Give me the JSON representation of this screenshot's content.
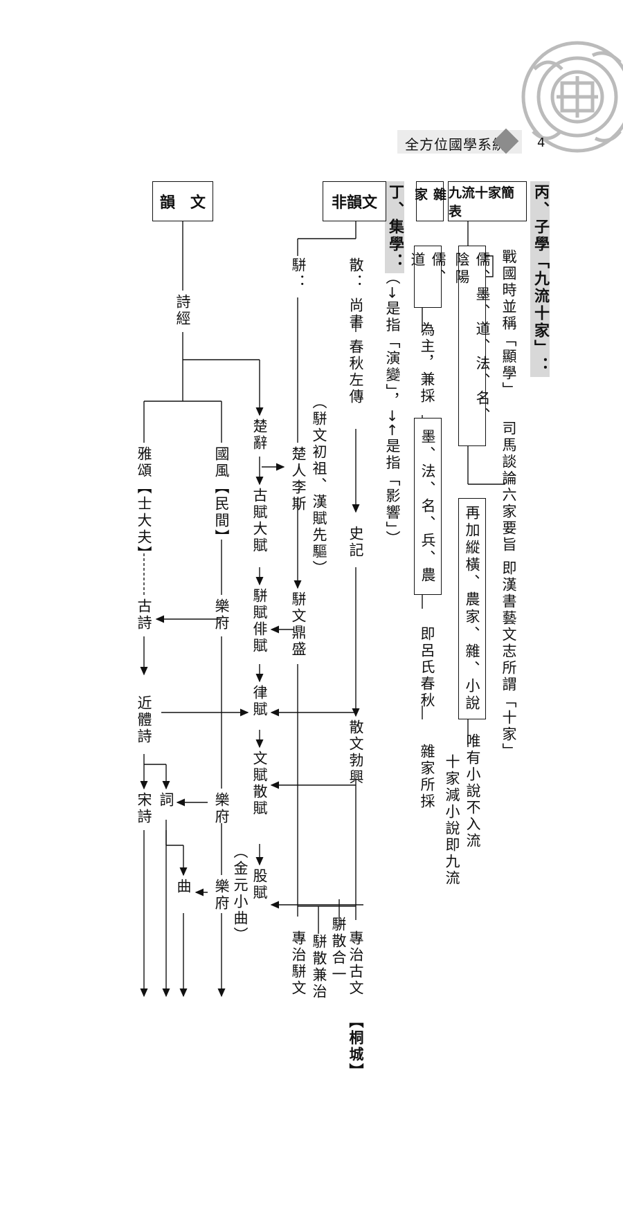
{
  "header": {
    "title": "全方位國學系統",
    "page_number": "4"
  },
  "colors": {
    "line": "#111111",
    "header_band": "#ececec",
    "diamond": "#8c8c8c",
    "seal": "#bbbbbb"
  },
  "section_bing": {
    "heading": "丙、子學「九流十家」：",
    "table_box": "九流十家簡表",
    "zajia_box": "雜家",
    "group1": "儒、墨、道、法、名、陰陽",
    "group1_note_a": "戰國時並稱「顯學」",
    "group1_note_b": "司馬談論六家要旨",
    "group2": "再加縱橫、農家、雜、小說",
    "group2_note": "即漢書藝文志所謂「十家」",
    "nine_a": "唯有小說不入流",
    "nine_b": "十家減小說即九流",
    "za_main": "儒、道",
    "za_mid": "為主，兼採",
    "za_others": "墨、法、名、兵、農",
    "za_note": "即呂氏春秋",
    "za_tail": "雜家所採"
  },
  "section_ding": {
    "heading": "丁、集學：",
    "legend": "（→是指「演變」，→←是指「影響」）",
    "non_rhyme_box": "非韻文",
    "rhyme_box": "韻　文",
    "san": "散：",
    "shangshu": "尚書",
    "chunqiu": "春秋左傳",
    "shiji": "史記",
    "sanwen_boxing": "散文勃興",
    "zhuanzhi_guwen": "專治古文",
    "tongcheng": "【桐城】",
    "pian": "駢：",
    "pian_origin": "（駢文初祖、漢賦先驅）",
    "churen_lisi": "楚人李斯",
    "pianwen_dingsheng": "駢文鼎盛",
    "piansan_heyi": "駢散合一",
    "piansan_jianzhi": "駢散兼治",
    "zhuanzhi_pianwen": "專治駢文",
    "shijing": "詩經",
    "chuci": "楚辭",
    "gufu_dafu": "古賦大賦",
    "pianfu_paifu": "駢賦俳賦",
    "lufu": "律賦",
    "wenfu_sanfu": "文賦散賦",
    "baguwen_fu": "股賦",
    "jinyuan_xiaoqu": "（金元小曲）",
    "guofeng": "國風【民間】",
    "yuefu_1": "樂府",
    "yuefu_2": "樂府",
    "yuefu_3": "樂府",
    "yasong": "雅頌【士大夫】",
    "gushi": "古詩",
    "jintishi": "近體詩",
    "songshi": "宋詩",
    "ci": "詞",
    "qu": "曲"
  }
}
